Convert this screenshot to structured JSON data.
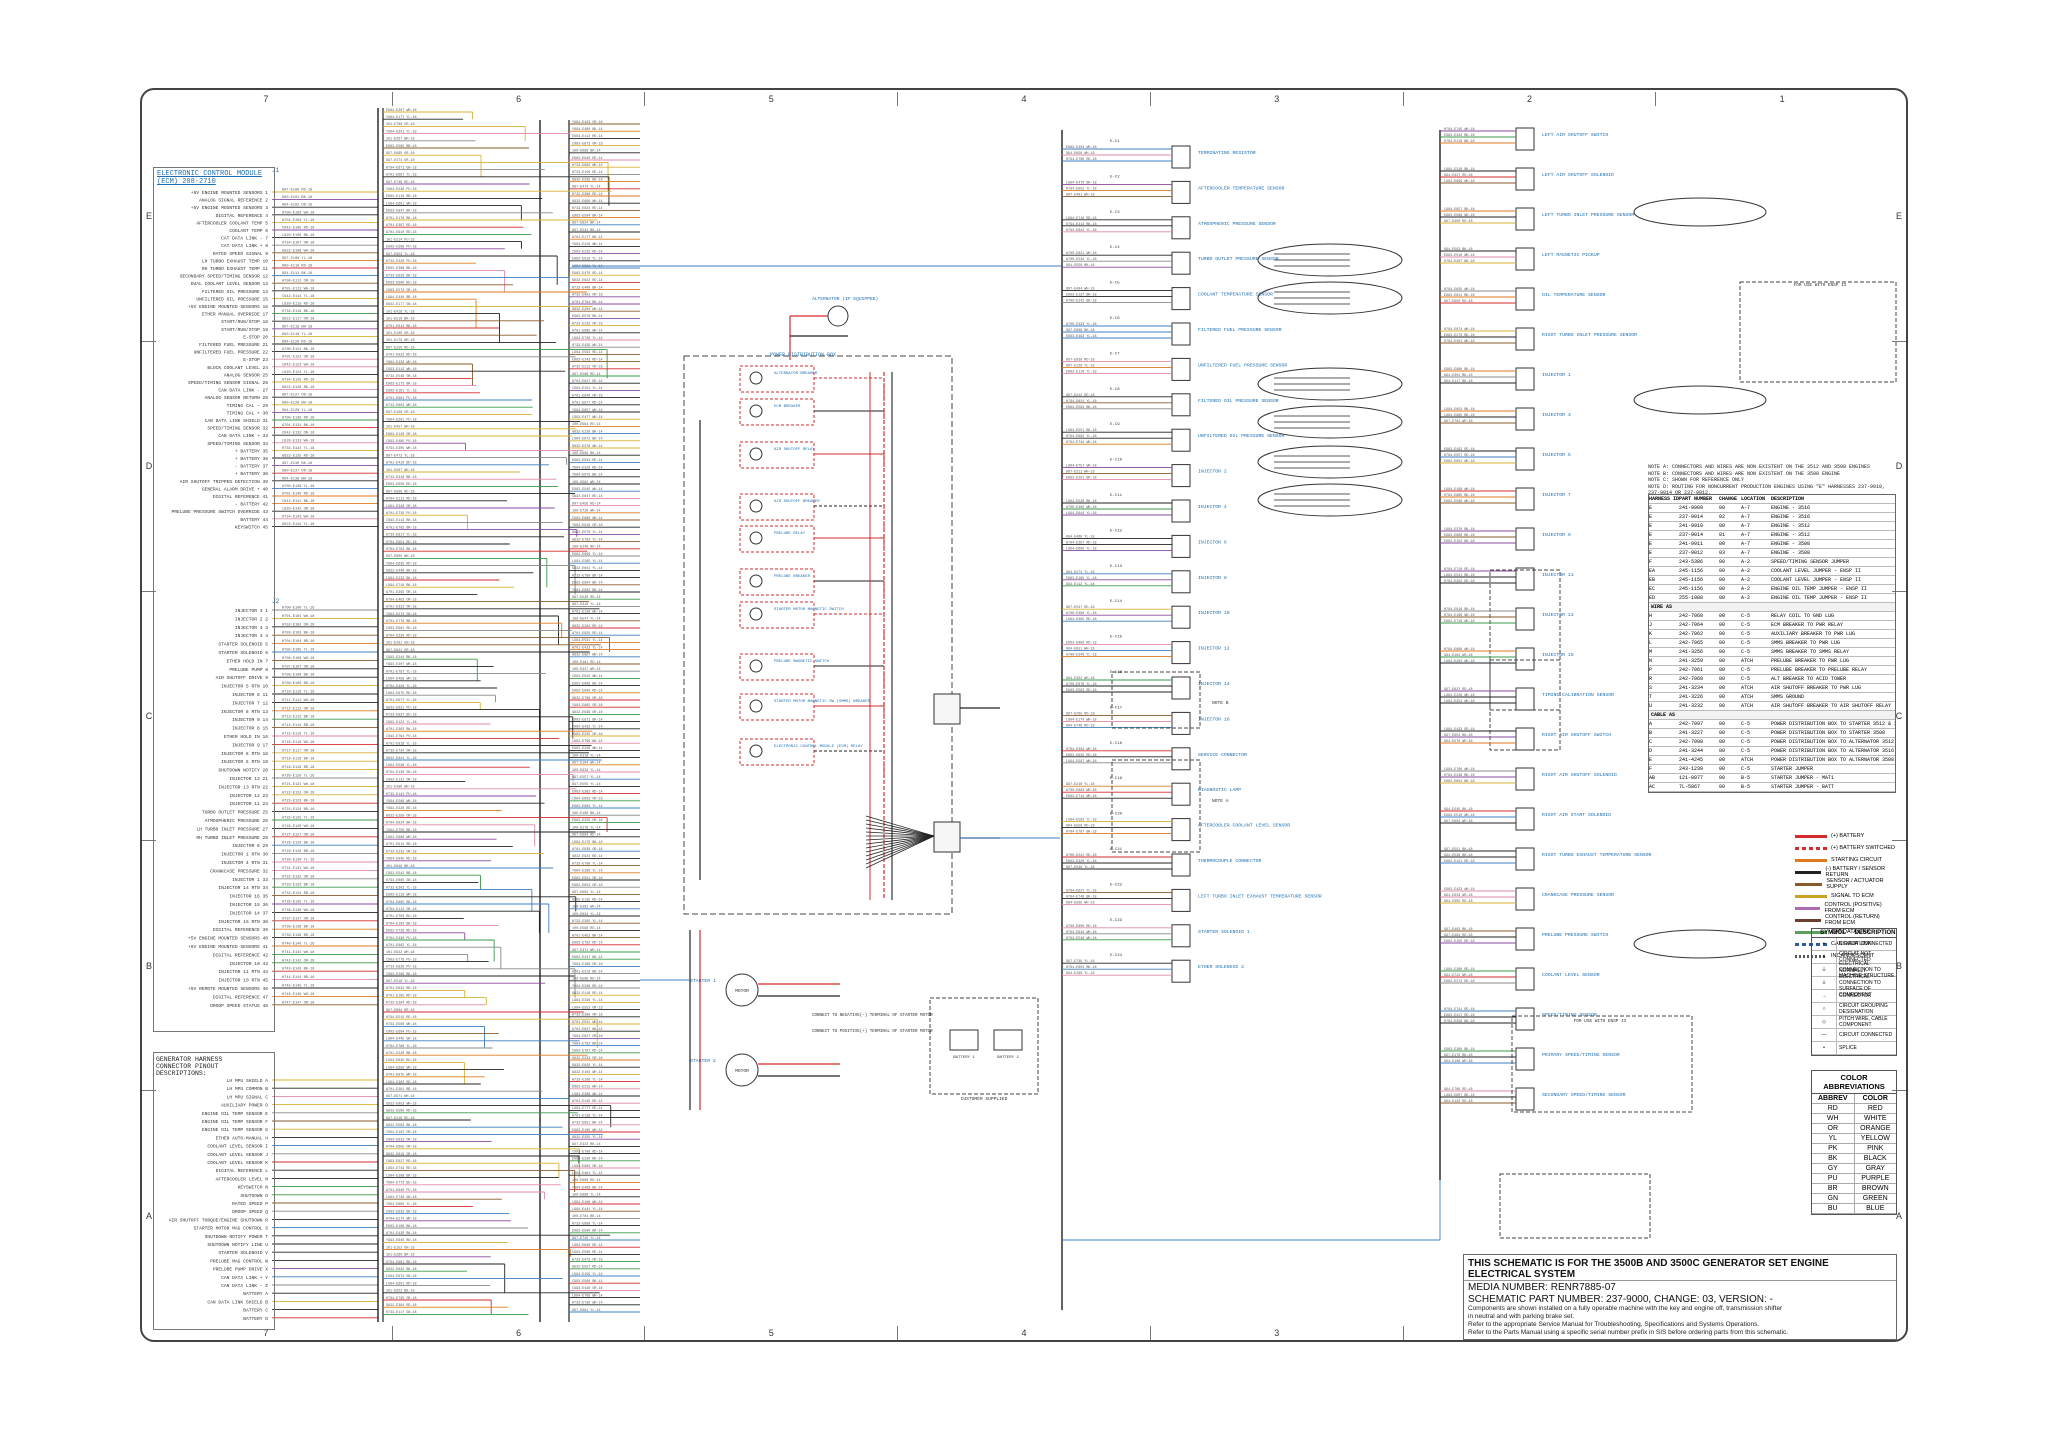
{
  "zones": {
    "columns": [
      "7",
      "6",
      "5",
      "4",
      "3",
      "2",
      "1"
    ],
    "rows": [
      "E",
      "D",
      "C",
      "B",
      "A"
    ]
  },
  "ecm": {
    "title_line1": "ELECTRONIC CONTROL MODULE",
    "title_line2": "(ECM) 208-2710",
    "connector_j1": "J1",
    "connector_j2": "J2",
    "pin_labels_left": [
      "+8V ENGINE MOUNTED SENSORS",
      "ANALOG SIGNAL REFERENCE",
      "+5V ENGINE MOUNTED SENSORS",
      "DIGITAL REFERENCE",
      "AFTERCOOLER COOLANT TEMP",
      "COOLANT TEMP",
      "CAT DATA LINK -",
      "CAT DATA LINK +",
      "RATED SPEED SIGNAL",
      "LH TURBO EXHAUST TEMP",
      "RH TURBO EXHAUST TEMP",
      "SECONDARY SPEED/TIMING SENSOR",
      "DUAL COOLANT LEVEL SENSOR",
      "FILTERED OIL PRESSURE",
      "UNFILTERED OIL PRESSURE",
      "+5V ENGINE MOUNTED SENSORS",
      "ETHER MANUAL OVERRIDE",
      "START/RUN/STOP",
      "START/RUN/STOP",
      "E-STOP",
      "FILTERED FUEL PRESSURE",
      "UNFILTERED FUEL PRESSURE",
      "E-STOP",
      "BLOCK COOLANT LEVEL",
      "ANALOG SENSOR",
      "SPEED/TIMING SENSOR SIGNAL",
      "CAN DATA LINK -",
      "ANALOG SENSOR RETURN",
      "TIMING CAL -",
      "TIMING CAL +",
      "CAN DATA LINK SHIELD",
      "SPEED/TIMING SENSOR",
      "CAN DATA LINK +",
      "SPEED/TIMING SENSOR",
      "+ BATTERY",
      "+ BATTERY",
      "- BATTERY",
      "+ BATTERY",
      "AIR SHUTOFF TRIPPED DETECTION",
      "GENERAL ALARM DRIVE +",
      "DIGITAL REFERENCE",
      "- BATTERY",
      "PRELUBE PRESSURE SWITCH OVERRIDE",
      "BATTERY",
      "KEYSWITCH"
    ],
    "pin_labels_j2": [
      "INJECTOR 3",
      "INJECTOR 2",
      "INJECTOR 4",
      "INJECTOR 3",
      "STARTER SOLENOID",
      "STARTER SOLENOID",
      "ETHER HOLD IN",
      "PRELUBE PUMP",
      "AIR SHUTOFF DRIVE",
      "INJECTOR 5 RTN",
      "INJECTOR 6",
      "INJECTOR 7",
      "INJECTOR 8 RTN",
      "INJECTOR 9",
      "INJECTOR 8",
      "ETHER HOLD IN",
      "INJECTOR 9",
      "INJECTOR 8 RTN",
      "INJECTOR 5 RTN",
      "SHUTDOWN NOTIFY",
      "INJECTOR 13",
      "INJECTOR 13 RTN",
      "INJECTOR 12",
      "INJECTOR 11",
      "TURBO OUTLET PRESSURE",
      "ATMOSPHERIC PRESSURE",
      "LH TURBO INLET PRESSURE",
      "RH TURBO INLET PRESSURE",
      "INJECTOR 6",
      "INJECTOR 1 RTN",
      "INJECTOR 4 RTN",
      "CRANKCASE PRESSURE",
      "INJECTOR 1",
      "INJECTOR 14 RTN",
      "INJECTOR 16",
      "INJECTOR 15",
      "INJECTOR 14",
      "INJECTOR 16 RTN",
      "DIGITAL REFERENCE",
      "+5V ENGINE MOUNTED SENSORS",
      "+8V ENGINE MOUNTED SENSORS",
      "DIGITAL REFERENCE",
      "INJECTOR 10",
      "INJECTOR 11 RTN",
      "INJECTOR 10 RTN",
      "+5V REMOTE MOUNTED SENSORS",
      "DIGITAL REFERENCE",
      "DROOP SPEED STATUS"
    ]
  },
  "generator_pinout": {
    "title_line1": "GENERATOR HARNESS",
    "title_line2": "CONNECTOR PINOUT",
    "title_line3": "DESCRIPTIONS:",
    "items": [
      "LH MPU SHIELD",
      "LH MPU COMMON",
      "LH MPU SIGNAL",
      "AUXILIARY POWER",
      "ENGINE OIL TEMP SENSOR",
      "ENGINE OIL TEMP SENSOR",
      "ENGINE OIL TEMP SENSOR",
      "ETHER AUTO-MANUAL",
      "COOLANT LEVEL SENSOR",
      "COOLANT LEVEL SENSOR",
      "COOLANT LEVEL SENSOR",
      "DIGITAL REFERENCE",
      "AFTERCOOLER LEVEL",
      "KEYSWITCH",
      "SHUTDOWN",
      "RATED SPEED",
      "DROOP SPEED",
      "AIR SHUTOFF TORQUE/ENGINE SHUTDOWN",
      "STARTER MOTOR MAG CONTROL",
      "SHUTDOWN NOTIFY POWER",
      "SHUTDOWN NOTIFY LINE",
      "STARTER SOLENOID",
      "PRELUBE MAG CONTROL",
      "PRELUBE PUMP DRIVE",
      "CAN DATA LINK +",
      "CAN DATA LINK -",
      "BATTERY",
      "CAN DATA LINK SHIELD",
      "BATTERY",
      "BATTERY"
    ]
  },
  "components": {
    "alternator": "ALTERNATOR (IF EQUIPPED)",
    "power_dist_box": "POWER DISTRIBUTION BOX",
    "alt_breaker": "ALTERNATOR BREAKER",
    "ecm_breaker": "ECM BREAKER",
    "air_shutoff_relay": "AIR SHUTOFF RELAY",
    "air_shutoff_breaker": "AIR SHUTOFF BREAKER",
    "prelube_relay": "PRELUBE RELAY",
    "prelube_breaker": "PRELUBE BREAKER",
    "starter_motor_mag_switch": "STARTER MOTOR MAGNETIC SWITCH",
    "starter_motor_mag_breaker": "STARTER MOTOR MAGNETIC SW (SMMS) BREAKER",
    "prelube_mag_switch": "PRELUBE MAGNETIC SWITCH",
    "electronic_control": "ELECTRONIC CONTROL MODULE (ECM) RELAY",
    "starter_1": "STARTER 1",
    "starter_2": "STARTER 2",
    "motor": "MOTOR",
    "battery_1": "BATTERY 1",
    "battery_2": "BATTERY 2",
    "customer_supplied": "CUSTOMER SUPPLIED",
    "connect_neg": "CONNECT TO NEGATIVE(-) TERMINAL OF STARTER MOTOR",
    "connect_pos": "CONNECT TO POSITIVE(+) TERMINAL OF STARTER MOTOR",
    "sensors_col4": [
      "TERMINATING RESISTOR",
      "AFTERCOOLER TEMPERATURE SENSOR",
      "ATMOSPHERIC PRESSURE SENSOR",
      "TURBO OUTLET PRESSURE SENSOR",
      "COOLANT TEMPERATURE SENSOR",
      "FILTERED FUEL PRESSURE SENSOR",
      "UNFILTERED FUEL PRESSURE SENSOR",
      "FILTERED OIL PRESSURE SENSOR",
      "UNFILTERED OIL PRESSURE SENSOR",
      "INJECTOR 2",
      "INJECTOR 4",
      "INJECTOR 6",
      "INJECTOR 8",
      "INJECTOR 10",
      "INJECTOR 12",
      "INJECTOR 14",
      "INJECTOR 16",
      "SERVICE CONNECTOR",
      "DIAGNOSTIC LAMP",
      "AFTERCOOLER COOLANT LEVEL SENSOR",
      "THERMOCOUPLE CONNECTOR",
      "LEFT TURBO INLET EXHAUST TEMPERATURE SENSOR",
      "STARTER SOLENOID 1",
      "ETHER SOLENOID 2"
    ],
    "sensors_col2": [
      "LEFT AIR SHUTOFF SWITCH",
      "LEFT AIR SHUTOFF SOLENOID",
      "LEFT TURBO INLET PRESSURE SENSOR",
      "LEFT MAGNETIC PICKUP",
      "OIL TEMPERATURE SENSOR",
      "RIGHT TURBO INLET PRESSURE SENSOR",
      "INJECTOR 1",
      "INJECTOR 3",
      "INJECTOR 5",
      "INJECTOR 7",
      "INJECTOR 9",
      "INJECTOR 11",
      "INJECTOR 13",
      "INJECTOR 15",
      "TIMING CALIBRATION SENSOR",
      "RIGHT AIR SHUTOFF SWITCH",
      "RIGHT AIR SHUTOFF SOLENOID",
      "RIGHT AIR START SOLENOID",
      "RIGHT TURBO EXHAUST TEMPERATURE SENSOR",
      "CRANKCASE PRESSURE SENSOR",
      "PRELUBE PRESSURE SWITCH",
      "COOLANT LEVEL SENSOR",
      "SPEED/TIMING SENSOR",
      "PRIMARY SPEED/TIMING SENSOR",
      "SECONDARY SPEED/TIMING SENSOR"
    ]
  },
  "notes": {
    "note_a": "NOTE A: CONNECTORS AND WIRES ARE NON EXISTENT ON THE 3512 AND 3508 ENGINES",
    "note_b": "NOTE B: CONNECTORS AND WIRES ARE NON EXISTENT ON THE 3508 ENGINE",
    "note_c": "NOTE C: SHOWN FOR REFERENCE ONLY",
    "note_d": "NOTE D: ROUTING FOR NONCURRENT PRODUCTION ENGINES USING \"E\" HARNESSES 237-9010, 237-9014 OR 237-9012.",
    "for_engines_with_ensp": "FOR USE WITH ENSP II"
  },
  "harness_table": {
    "headers": [
      "HARNESS ID",
      "PART NUMBER",
      "CHANGE",
      "LOCATION",
      "DESCRIPTION"
    ],
    "rows": [
      [
        "E",
        "241-9909",
        "00",
        "A-7",
        "ENGINE - 3516"
      ],
      [
        "E",
        "237-9014",
        "02",
        "A-7",
        "ENGINE - 3516"
      ],
      [
        "E",
        "241-9910",
        "00",
        "A-7",
        "ENGINE - 3512"
      ],
      [
        "E",
        "237-9014",
        "01",
        "A-7",
        "ENGINE - 3512"
      ],
      [
        "E",
        "241-9911",
        "00",
        "A-7",
        "ENGINE - 3508"
      ],
      [
        "E",
        "237-9012",
        "03",
        "A-7",
        "ENGINE - 3508"
      ],
      [
        "F",
        "243-5386",
        "00",
        "A-2",
        "SPEED/TIMING SENSOR JUMPER"
      ],
      [
        "EA",
        "245-1156",
        "00",
        "A-2",
        "COOLANT LEVEL JUMPER - ENSP II"
      ],
      [
        "EB",
        "245-1156",
        "00",
        "A-2",
        "COOLANT LEVEL JUMPER - ENSP II"
      ],
      [
        "EC",
        "245-1156",
        "00",
        "A-2",
        "ENGINE OIL TEMP JUMPER - ENSP II"
      ],
      [
        "ED",
        "255-1988",
        "00",
        "A-2",
        "ENGINE OIL TEMP JUMPER - ENSP II"
      ]
    ],
    "section_wire": "WIRE AS",
    "wire_rows": [
      [
        "H",
        "242-7060",
        "00",
        "C-5",
        "RELAY COIL TO GND LUG"
      ],
      [
        "J",
        "242-7064",
        "00",
        "C-5",
        "ECM BREAKER TO PWR RELAY"
      ],
      [
        "K",
        "242-7062",
        "00",
        "C-5",
        "AUXILIARY BREAKER TO PWR LUG"
      ],
      [
        "L",
        "242-7065",
        "00",
        "C-5",
        "SMMS BREAKER TO PWR LUG"
      ],
      [
        "M",
        "241-3256",
        "00",
        "C-5",
        "SMMS BREAKER TO SMMS RELAY"
      ],
      [
        "N",
        "241-3259",
        "00",
        "ATCH",
        "PRELUBE BREAKER TO PWR LUG"
      ],
      [
        "P",
        "242-7061",
        "00",
        "C-5",
        "PRELUBE BREAKER TO PRELUBE RELAY"
      ],
      [
        "R",
        "242-7060",
        "00",
        "C-5",
        "ALT BREAKER TO ACID TOWER"
      ],
      [
        "S",
        "241-3234",
        "00",
        "ATCH",
        "AIR SHUTOFF BREAKER TO PWR LUG"
      ],
      [
        "T",
        "241-3226",
        "00",
        "ATCH",
        "SMMS GROUND"
      ],
      [
        "U",
        "241-3232",
        "00",
        "ATCH",
        "AIR SHUTOFF BREAKER TO AIR SHUTOFF RELAY"
      ]
    ],
    "section_cable": "CABLE AS",
    "cable_rows": [
      [
        "A",
        "242-7097",
        "00",
        "C-5",
        "POWER DISTRIBUTION BOX TO STARTER 3512 & 3516"
      ],
      [
        "B",
        "241-3227",
        "00",
        "C-5",
        "POWER DISTRIBUTION BOX TO STARTER 3508"
      ],
      [
        "C",
        "242-7098",
        "00",
        "C-5",
        "POWER DISTRIBUTION BOX TO ALTERNATOR 3512"
      ],
      [
        "D",
        "241-3244",
        "00",
        "C-5",
        "POWER DISTRIBUTION BOX TO ALTERNATOR 3516"
      ],
      [
        "E",
        "241-4245",
        "00",
        "ATCH",
        "POWER DISTRIBUTION BOX TO ALTERNATOR 3508"
      ],
      [
        "F",
        "243-1239",
        "00",
        "C-5",
        "STARTER JUMPER"
      ],
      [
        "AB",
        "121-8077",
        "00",
        "B-5",
        "STARTER JUMPER - MAT1"
      ],
      [
        "AC",
        "7L-5867",
        "00",
        "B-5",
        "STARTER JUMPER - BATT"
      ]
    ]
  },
  "legend": {
    "items": [
      {
        "label": "(+) BATTERY",
        "color": "#d62b2b",
        "style": "solid"
      },
      {
        "label": "(+) BATTERY SWITCHED",
        "color": "#d62b2b",
        "style": "dashed"
      },
      {
        "label": "STARTING CIRCUIT",
        "color": "#e07a1f",
        "style": "solid"
      },
      {
        "label": "(-) BATTERY / SENSOR RETURN",
        "color": "#222222",
        "style": "solid"
      },
      {
        "label": "SENSOR / ACTUATOR SUPPLY",
        "color": "#8a5a2b",
        "style": "solid"
      },
      {
        "label": "SIGNAL TO ECM",
        "color": "#c9a227",
        "style": "solid"
      },
      {
        "label": "CONTROL (POSITIVE) FROM ECM",
        "color": "#b06ab3",
        "style": "solid"
      },
      {
        "label": "CONTROL (RETURN) FROM ECM",
        "color": "#6b3e2e",
        "style": "solid"
      },
      {
        "label": "CAT DATA LINK",
        "color": "#5aa05a",
        "style": "solid"
      },
      {
        "label": "CAN DATA LINK",
        "color": "#2c5aa0",
        "style": "dashed"
      },
      {
        "label": "INCANDESCENT",
        "color": "#555555",
        "style": "dotted"
      }
    ]
  },
  "symbols": {
    "header_symbol": "SYMBOL",
    "header_desc": "DESCRIPTION",
    "rows": [
      {
        "sym": "+",
        "desc": "CIRCUIT CONNECTED"
      },
      {
        "sym": "+",
        "desc": "CIRCUIT NOT CONNECTED"
      },
      {
        "sym": "⏚",
        "desc": "ELECTRICAL CONNECTION TO MACHINE STRUCTURE"
      },
      {
        "sym": "⏚",
        "desc": "NORMALLY ELECTRICAL CONNECTION TO SURFACE OF COMPONENT"
      },
      {
        "sym": "→",
        "desc": "CONNECTOR"
      },
      {
        "sym": "○",
        "desc": "CIRCUIT GROUPING DESIGNATION"
      },
      {
        "sym": "◇",
        "desc": "PITCH WIRE, CABLE COMPONENT"
      },
      {
        "sym": "—",
        "desc": "CIRCUIT CONNECTED"
      },
      {
        "sym": "•",
        "desc": "SPLICE"
      }
    ]
  },
  "color_abbrev": {
    "title": "COLOR ABBREVIATIONS",
    "col1": "ABBREV",
    "col2": "COLOR",
    "rows": [
      [
        "RD",
        "RED"
      ],
      [
        "WH",
        "WHITE"
      ],
      [
        "OR",
        "ORANGE"
      ],
      [
        "YL",
        "YELLOW"
      ],
      [
        "PK",
        "PINK"
      ],
      [
        "BK",
        "BLACK"
      ],
      [
        "GY",
        "GRAY"
      ],
      [
        "PU",
        "PURPLE"
      ],
      [
        "BR",
        "BROWN"
      ],
      [
        "GN",
        "GREEN"
      ],
      [
        "BU",
        "BLUE"
      ]
    ]
  },
  "title_block": {
    "line1": "THIS SCHEMATIC IS FOR THE 3500B AND 3500C GENERATOR SET ENGINE ELECTRICAL SYSTEM",
    "line2": "MEDIA NUMBER: RENR7885-07",
    "line3": "SCHEMATIC PART NUMBER: 237-9000, CHANGE: 03, VERSION: -",
    "line4": "Components are shown installed on a fully operable machine with the key and engine off, transmission shifter",
    "line5": "in neutral and with parking brake set.",
    "line6": "Refer to the appropriate Service Manual for Troubleshooting, Specifications and Systems Operations.",
    "line7": "Refer to the Parts Manual using a specific serial number prefix in SIS before ordering parts from this schematic."
  },
  "wire_colors": {
    "red": "#d62b2b",
    "black": "#222222",
    "blue": "#3f7fc0",
    "orange": "#e07a1f",
    "yellow": "#d8b230",
    "purple": "#8a4aa0",
    "brown": "#8a5a2b",
    "green": "#3a9a4a",
    "gray": "#888888",
    "pink": "#e08aa8"
  }
}
